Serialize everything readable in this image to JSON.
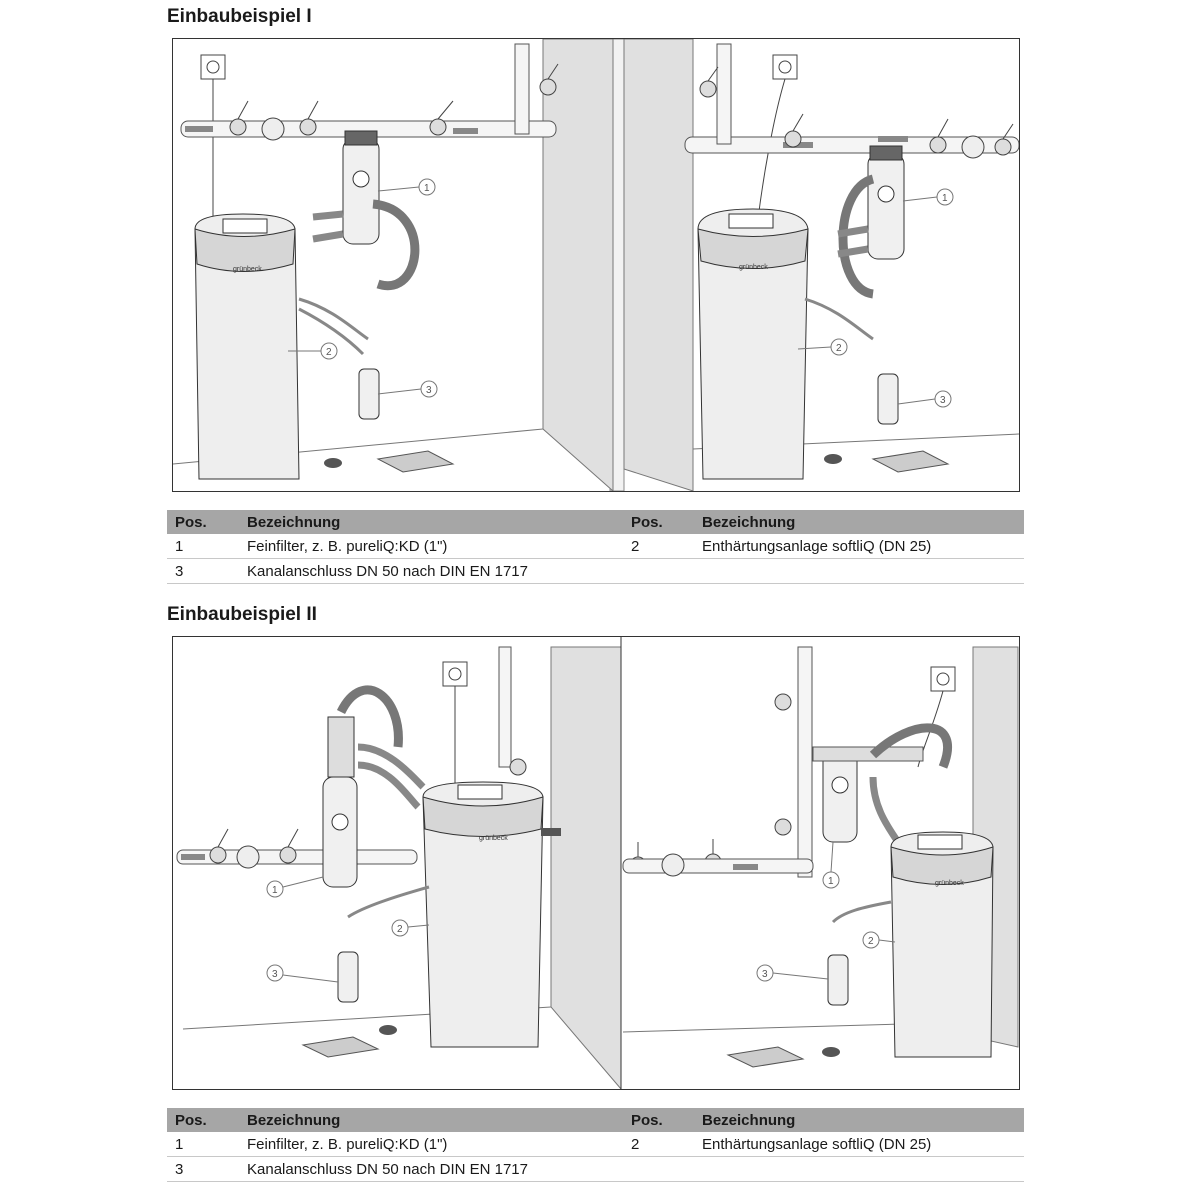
{
  "sections": [
    {
      "heading": "Einbaubeispiel I",
      "table": {
        "headers": [
          "Pos.",
          "Bezeichnung",
          "Pos.",
          "Bezeichnung"
        ],
        "rows": [
          [
            "1",
            "Feinfilter, z. B. pureliQ:KD (1\")",
            "2",
            "Enthärtungsanlage softliQ (DN 25)"
          ],
          [
            "3",
            "Kanalanschluss DN 50 nach DIN EN 1717",
            "",
            ""
          ]
        ]
      }
    },
    {
      "heading": "Einbaubeispiel II",
      "table": {
        "headers": [
          "Pos.",
          "Bezeichnung",
          "Pos.",
          "Bezeichnung"
        ],
        "rows": [
          [
            "1",
            "Feinfilter, z. B. pureliQ:KD (1\")",
            "2",
            "Enthärtungsanlage softliQ (DN 25)"
          ],
          [
            "3",
            "Kanalanschluss DN 50 nach DIN EN 1717",
            "",
            ""
          ]
        ]
      }
    }
  ],
  "illustration": {
    "brand_label": "grünbeck",
    "callouts": [
      "1",
      "2",
      "3"
    ]
  }
}
